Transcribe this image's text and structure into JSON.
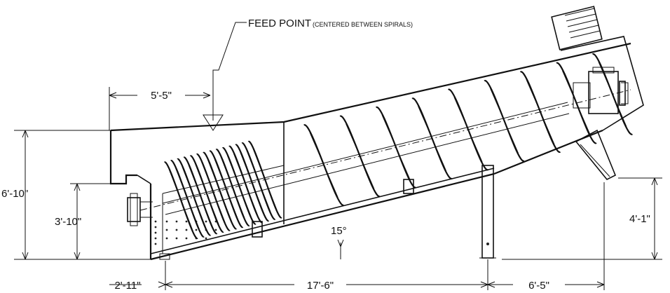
{
  "feed_point": {
    "label": "FEED POINT",
    "note": "(CENTERED BETWEEN SPIRALS)"
  },
  "dimensions": {
    "feed_offset": "5'-5\"",
    "overall_height": "6'-10\"",
    "inlet_height": "3'-10\"",
    "incline_angle": "15°",
    "discharge_height": "4'-1\"",
    "left_overhang": "2'-11\"",
    "support_span": "17'-6\"",
    "right_overhang": "6'-5\""
  },
  "incline_degrees": 15,
  "colors": {
    "ink": "#111111",
    "paper": "#ffffff"
  }
}
